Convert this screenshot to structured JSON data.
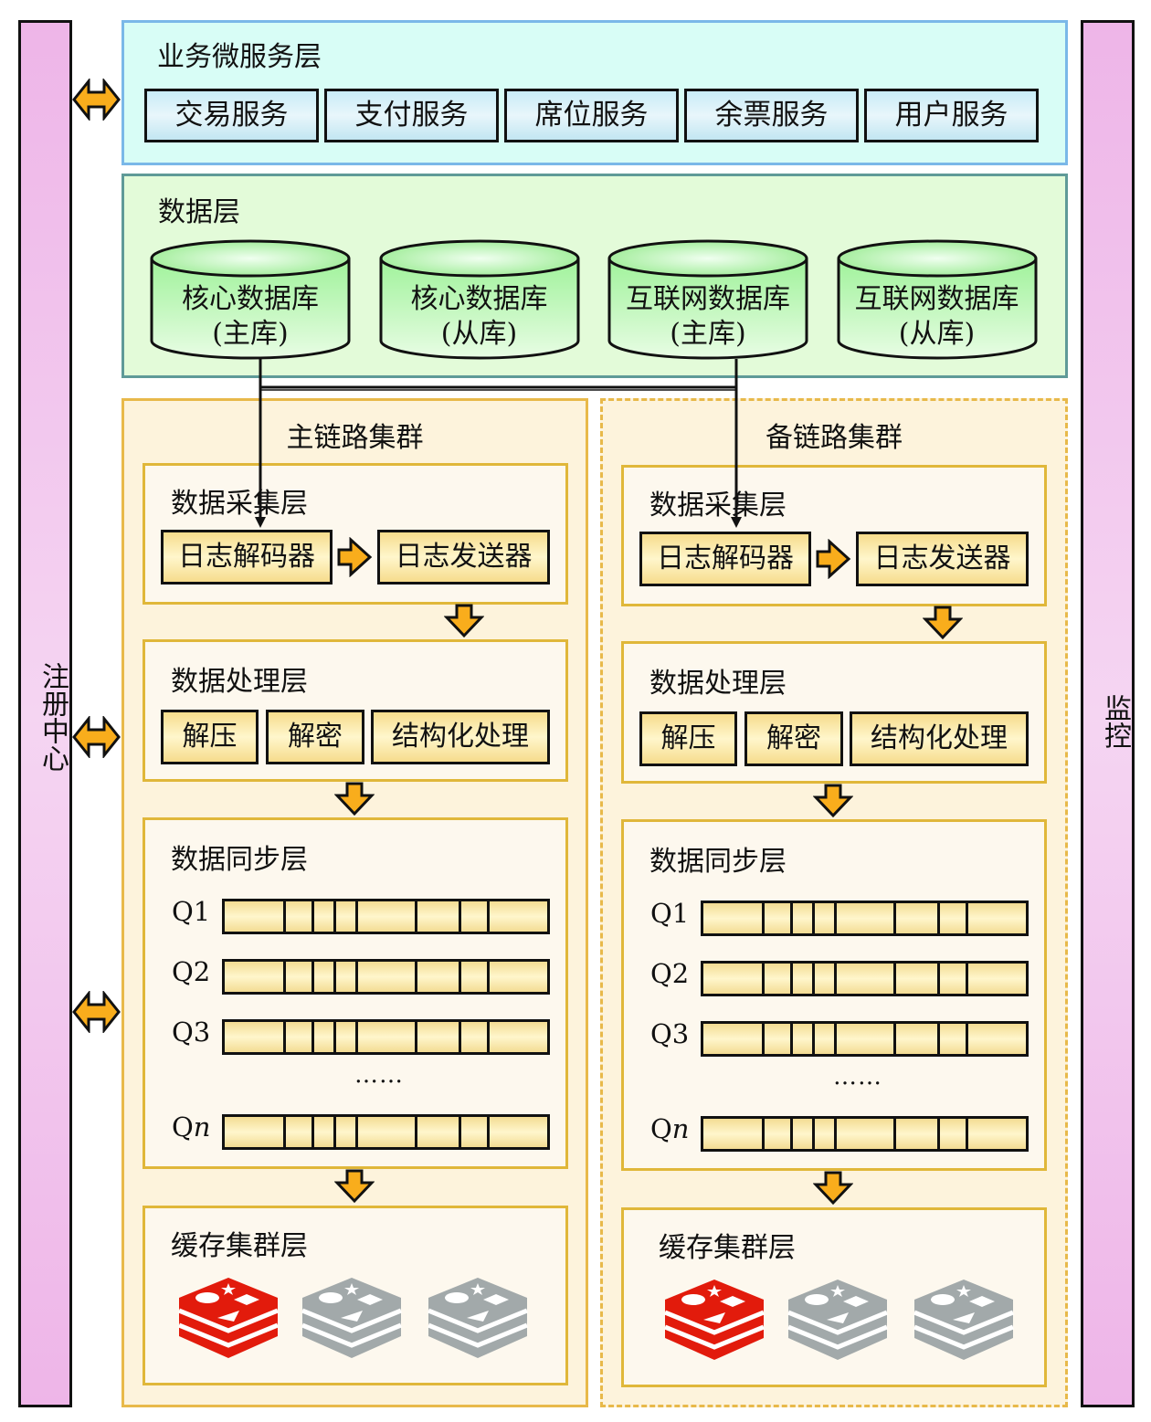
{
  "registry": {
    "label": "注册中心"
  },
  "monitor": {
    "label": "监控"
  },
  "service_layer": {
    "title": "业务微服务层",
    "services": [
      "交易服务",
      "支付服务",
      "席位服务",
      "余票服务",
      "用户服务"
    ]
  },
  "data_layer": {
    "title": "数据层",
    "databases": [
      {
        "name": "核心数据库",
        "role": "(主库)"
      },
      {
        "name": "核心数据库",
        "role": "(从库)"
      },
      {
        "name": "互联网数据库",
        "role": "(主库)"
      },
      {
        "name": "互联网数据库",
        "role": "(从库)"
      }
    ]
  },
  "clusters": [
    {
      "title": "主链路集群",
      "collect": {
        "title": "数据采集层",
        "decoder": "日志解码器",
        "sender": "日志发送器"
      },
      "process": {
        "title": "数据处理层",
        "steps": [
          "解压",
          "解密",
          "结构化处理"
        ]
      },
      "sync": {
        "title": "数据同步层",
        "queues": [
          "Q1",
          "Q2",
          "Q3",
          "Qn"
        ],
        "ellipsis": "……"
      },
      "cache": {
        "title": "缓存集群层",
        "nodes": [
          "active",
          "standby",
          "standby"
        ]
      }
    },
    {
      "title": "备链路集群",
      "collect": {
        "title": "数据采集层",
        "decoder": "日志解码器",
        "sender": "日志发送器"
      },
      "process": {
        "title": "数据处理层",
        "steps": [
          "解压",
          "解密",
          "结构化处理"
        ]
      },
      "sync": {
        "title": "数据同步层",
        "queues": [
          "Q1",
          "Q2",
          "Q3",
          "Qn"
        ],
        "ellipsis": "……"
      },
      "cache": {
        "title": "缓存集群层",
        "nodes": [
          "active",
          "standby",
          "standby"
        ]
      }
    }
  ],
  "colors": {
    "arrow": "#f9ad1c",
    "redis_active": "#e21b0c",
    "redis_standby": "#a2a9aa"
  }
}
